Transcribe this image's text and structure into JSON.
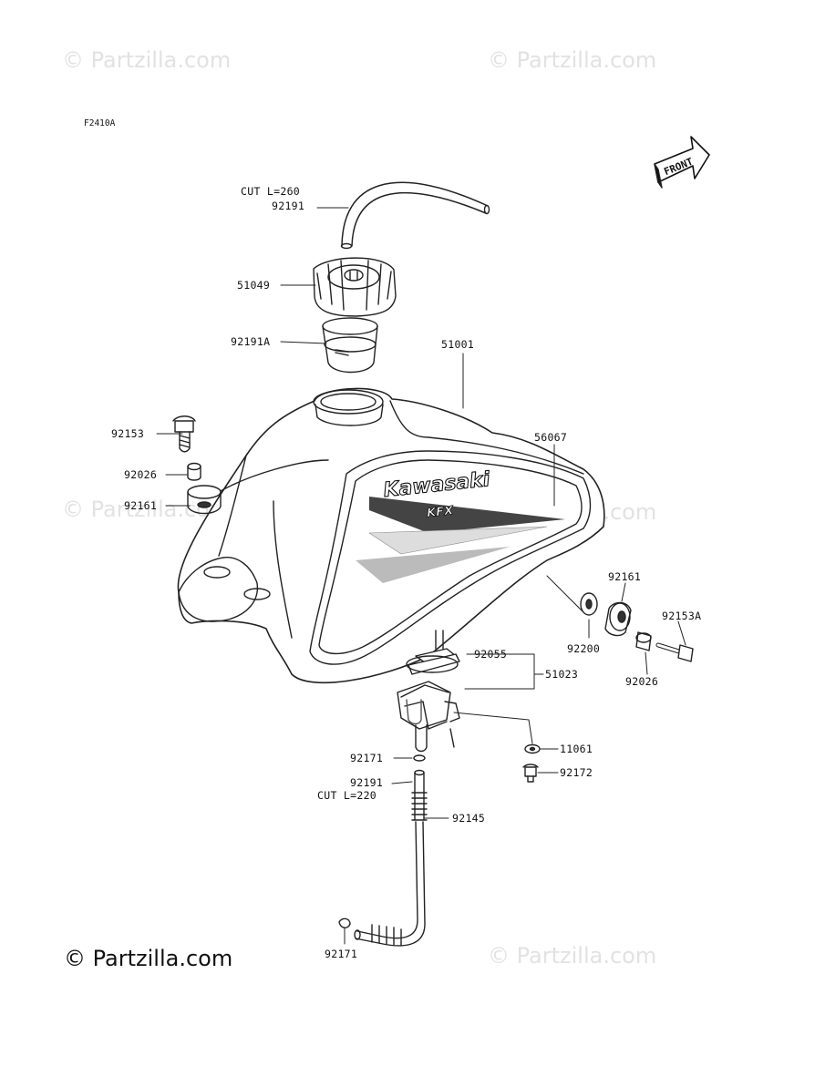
{
  "figure_code": "F2410A",
  "front_label": "FRONT",
  "brand_decal": "Kawasaki",
  "model_decal": "KFX",
  "watermark": "© Partzilla.com",
  "copyright": "© Partzilla.com",
  "callouts": {
    "cut_top": "CUT L=260",
    "p92191_top": "92191",
    "p51049": "51049",
    "p92191A": "92191A",
    "p51001": "51001",
    "p92153": "92153",
    "p92026_left": "92026",
    "p92161_left": "92161",
    "p56067": "56067",
    "p92161_right": "92161",
    "p92153A": "92153A",
    "p92200": "92200",
    "p92026_right": "92026",
    "p92055": "92055",
    "p51023": "51023",
    "p11061": "11061",
    "p92171_top": "92171",
    "p92172": "92172",
    "p92191_bottom": "92191",
    "cut_bottom": "CUT L=220",
    "p92145": "92145",
    "p92171_bottom": "92171"
  }
}
